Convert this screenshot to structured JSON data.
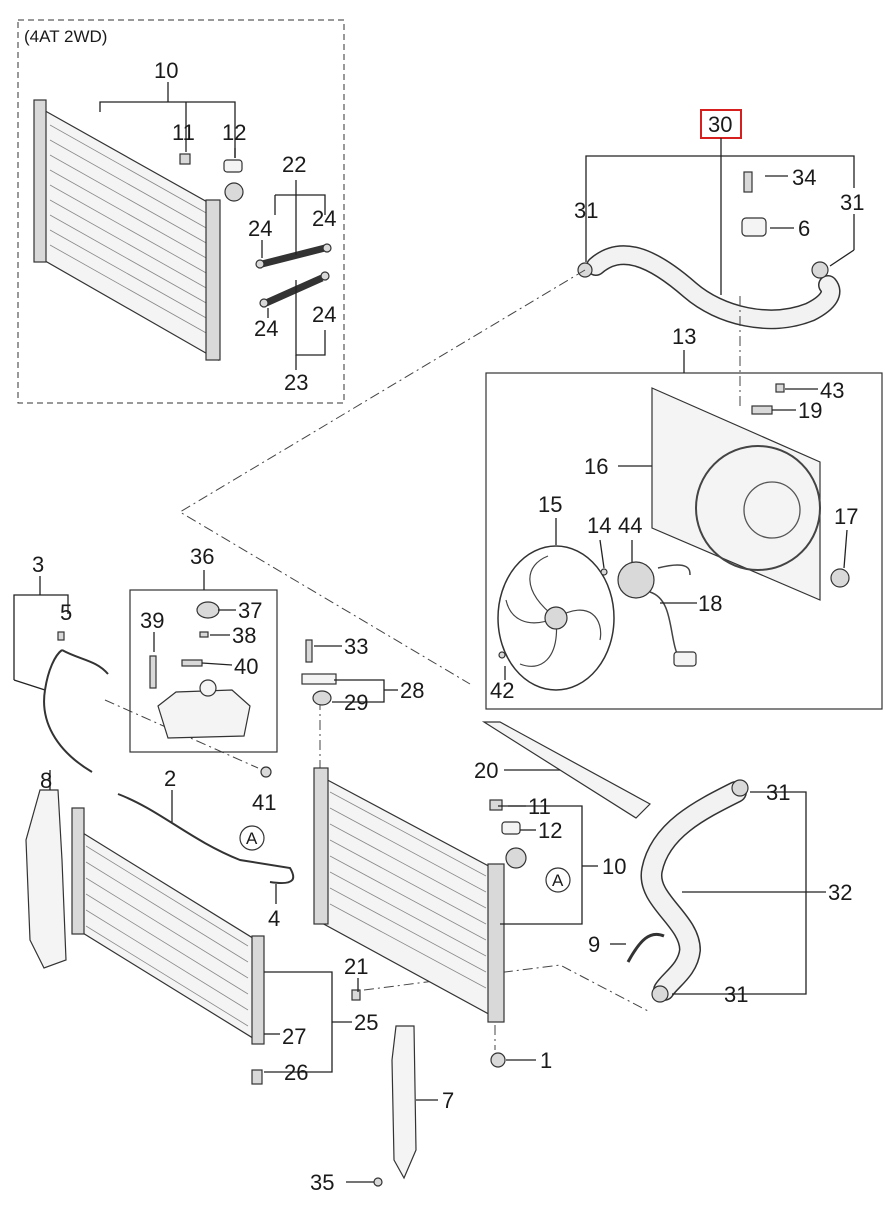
{
  "variant_box": {
    "title": "(4AT 2WD)"
  },
  "highlight_color": "#d62020",
  "labels": {
    "p1": "1",
    "p2": "2",
    "p3": "3",
    "p4": "4",
    "p5": "5",
    "p6": "6",
    "p7": "7",
    "p8": "8",
    "p9": "9",
    "p10_top": "10",
    "p10_main": "10",
    "p11_top": "11",
    "p11_main": "11",
    "p12_top": "12",
    "p12_main": "12",
    "p13": "13",
    "p15": "15",
    "p16": "16",
    "p17": "17",
    "p18": "18",
    "p19": "19",
    "p20": "20",
    "p21": "21",
    "p22": "22",
    "p23": "23",
    "p24_a": "24",
    "p24_b": "24",
    "p24_c": "24",
    "p24_d": "24",
    "p25": "25",
    "p26": "26",
    "p27": "27",
    "p28": "28",
    "p29": "29",
    "p30": "30",
    "p31_a": "31",
    "p31_b": "31",
    "p31_c": "31",
    "p31_d": "31",
    "p32": "32",
    "p33": "33",
    "p34": "34",
    "p35": "35",
    "p36": "36",
    "p37": "37",
    "p38": "38",
    "p39": "39",
    "p40": "40",
    "p41": "41",
    "p42": "42",
    "p43": "43",
    "p14": "14",
    "p44": "44",
    "ref_a1": "A",
    "ref_a2": "A"
  }
}
